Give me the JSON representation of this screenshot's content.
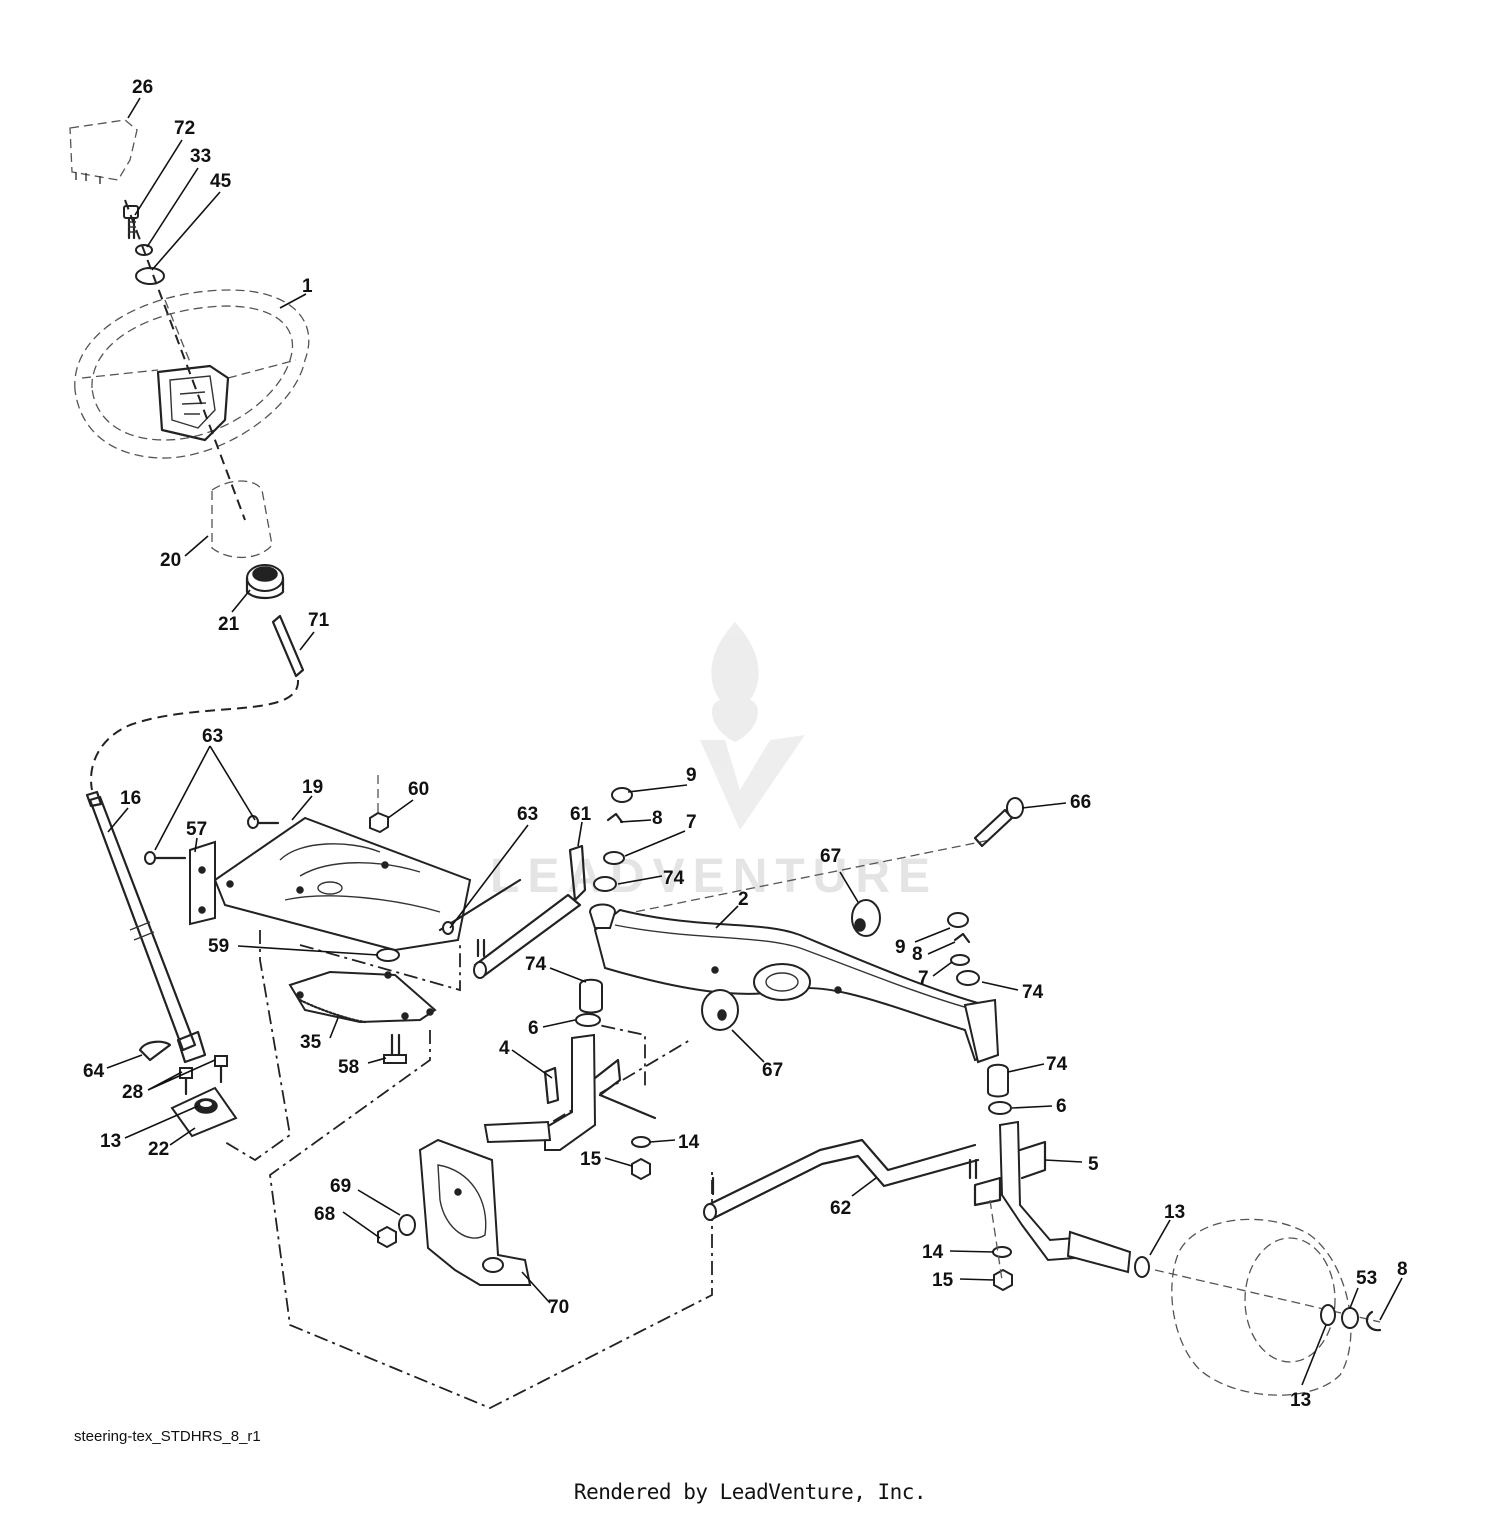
{
  "figure_code": "steering-tex_STDHRS_8_r1",
  "render_credit": "Rendered by LeadVenture, Inc.",
  "watermark_text": "LEADVENTURE",
  "callouts": [
    {
      "id": "c26",
      "label": "26"
    },
    {
      "id": "c72",
      "label": "72"
    },
    {
      "id": "c33",
      "label": "33"
    },
    {
      "id": "c45",
      "label": "45"
    },
    {
      "id": "c1",
      "label": "1"
    },
    {
      "id": "c20",
      "label": "20"
    },
    {
      "id": "c21",
      "label": "21"
    },
    {
      "id": "c71",
      "label": "71"
    },
    {
      "id": "c63a",
      "label": "63"
    },
    {
      "id": "c16",
      "label": "16"
    },
    {
      "id": "c19",
      "label": "19"
    },
    {
      "id": "c60",
      "label": "60"
    },
    {
      "id": "c57",
      "label": "57"
    },
    {
      "id": "c63b",
      "label": "63"
    },
    {
      "id": "c61",
      "label": "61"
    },
    {
      "id": "c9a",
      "label": "9"
    },
    {
      "id": "c8a",
      "label": "8"
    },
    {
      "id": "c7a",
      "label": "7"
    },
    {
      "id": "c74a",
      "label": "74"
    },
    {
      "id": "c66",
      "label": "66"
    },
    {
      "id": "c67a",
      "label": "67"
    },
    {
      "id": "c2",
      "label": "2"
    },
    {
      "id": "c59",
      "label": "59"
    },
    {
      "id": "c9b",
      "label": "9"
    },
    {
      "id": "c8b",
      "label": "8"
    },
    {
      "id": "c7b",
      "label": "7"
    },
    {
      "id": "c74b",
      "label": "74"
    },
    {
      "id": "c74c",
      "label": "74"
    },
    {
      "id": "c6a",
      "label": "6"
    },
    {
      "id": "c35",
      "label": "35"
    },
    {
      "id": "c58",
      "label": "58"
    },
    {
      "id": "c4",
      "label": "4"
    },
    {
      "id": "c67b",
      "label": "67"
    },
    {
      "id": "c64",
      "label": "64"
    },
    {
      "id": "c28",
      "label": "28"
    },
    {
      "id": "c74d",
      "label": "74"
    },
    {
      "id": "c6b",
      "label": "6"
    },
    {
      "id": "c13a",
      "label": "13"
    },
    {
      "id": "c22",
      "label": "22"
    },
    {
      "id": "c14a",
      "label": "14"
    },
    {
      "id": "c15a",
      "label": "15"
    },
    {
      "id": "c5",
      "label": "5"
    },
    {
      "id": "c69",
      "label": "69"
    },
    {
      "id": "c62",
      "label": "62"
    },
    {
      "id": "c68",
      "label": "68"
    },
    {
      "id": "c13b",
      "label": "13"
    },
    {
      "id": "c70",
      "label": "70"
    },
    {
      "id": "c14b",
      "label": "14"
    },
    {
      "id": "c53",
      "label": "53"
    },
    {
      "id": "c8c",
      "label": "8"
    },
    {
      "id": "c15b",
      "label": "15"
    },
    {
      "id": "c13c",
      "label": "13"
    }
  ]
}
